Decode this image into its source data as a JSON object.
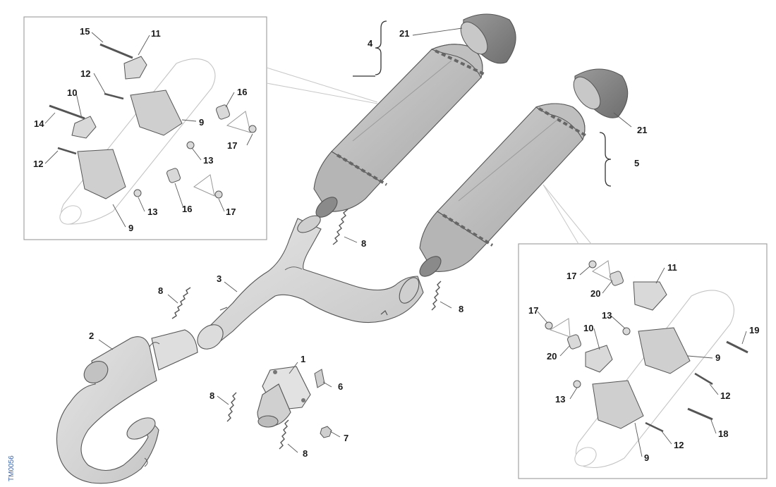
{
  "drawing_code": "TM0056",
  "callouts": [
    {
      "id": "c1",
      "text": "1"
    },
    {
      "id": "c2",
      "text": "2"
    },
    {
      "id": "c3",
      "text": "3"
    },
    {
      "id": "c4",
      "text": "4"
    },
    {
      "id": "c5",
      "text": "5"
    },
    {
      "id": "c6",
      "text": "6"
    },
    {
      "id": "c7",
      "text": "7"
    },
    {
      "id": "c8a",
      "text": "8"
    },
    {
      "id": "c8b",
      "text": "8"
    },
    {
      "id": "c8c",
      "text": "8"
    },
    {
      "id": "c8d",
      "text": "8"
    },
    {
      "id": "c8e",
      "text": "8"
    },
    {
      "id": "c21a",
      "text": "21"
    },
    {
      "id": "c21b",
      "text": "21"
    },
    {
      "id": "l15",
      "text": "15"
    },
    {
      "id": "l11",
      "text": "11"
    },
    {
      "id": "l12a",
      "text": "12"
    },
    {
      "id": "l10",
      "text": "10"
    },
    {
      "id": "l16a",
      "text": "16"
    },
    {
      "id": "l9a",
      "text": "9"
    },
    {
      "id": "l14",
      "text": "14"
    },
    {
      "id": "l17a",
      "text": "17"
    },
    {
      "id": "l13a",
      "text": "13"
    },
    {
      "id": "l12b",
      "text": "12"
    },
    {
      "id": "l13b",
      "text": "13"
    },
    {
      "id": "l16b",
      "text": "16"
    },
    {
      "id": "l17b",
      "text": "17"
    },
    {
      "id": "l9b",
      "text": "9"
    },
    {
      "id": "r11",
      "text": "11"
    },
    {
      "id": "r17a",
      "text": "17"
    },
    {
      "id": "r20a",
      "text": "20"
    },
    {
      "id": "r13a",
      "text": "13"
    },
    {
      "id": "r17b",
      "text": "17"
    },
    {
      "id": "r10",
      "text": "10"
    },
    {
      "id": "r19",
      "text": "19"
    },
    {
      "id": "r20b",
      "text": "20"
    },
    {
      "id": "r9a",
      "text": "9"
    },
    {
      "id": "r12a",
      "text": "12"
    },
    {
      "id": "r13b",
      "text": "13"
    },
    {
      "id": "r18",
      "text": "18"
    },
    {
      "id": "r12b",
      "text": "12"
    },
    {
      "id": "r9b",
      "text": "9"
    }
  ]
}
